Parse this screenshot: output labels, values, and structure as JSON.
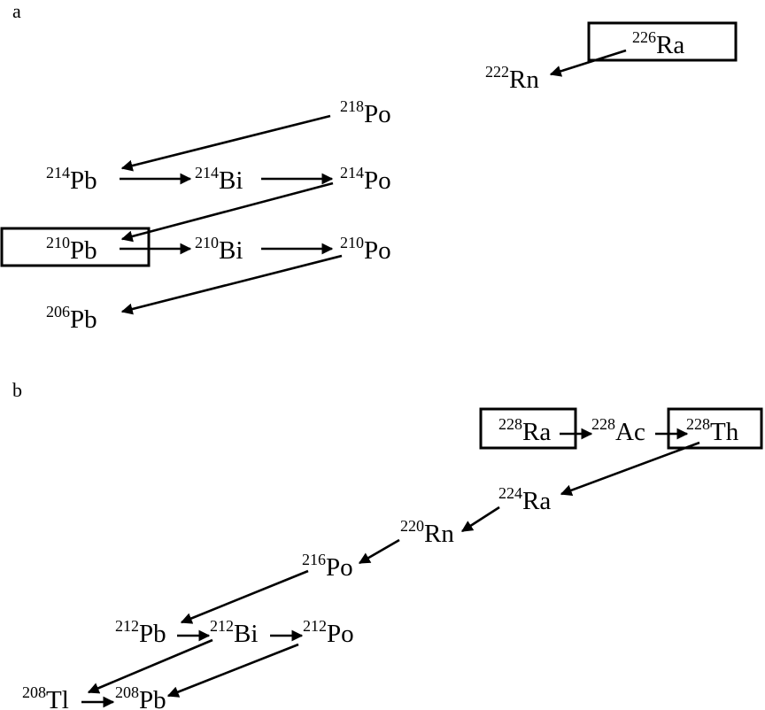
{
  "panel_a": {
    "label": "a",
    "nuclides": {
      "ra226": {
        "mass": "226",
        "element": "Ra"
      },
      "rn222": {
        "mass": "222",
        "element": "Rn"
      },
      "po218": {
        "mass": "218",
        "element": "Po"
      },
      "pb214": {
        "mass": "214",
        "element": "Pb"
      },
      "bi214": {
        "mass": "214",
        "element": "Bi"
      },
      "po214": {
        "mass": "214",
        "element": "Po"
      },
      "pb210": {
        "mass": "210",
        "element": "Pb"
      },
      "bi210": {
        "mass": "210",
        "element": "Bi"
      },
      "po210": {
        "mass": "210",
        "element": "Po"
      },
      "pb206": {
        "mass": "206",
        "element": "Pb"
      }
    },
    "boxed": [
      "ra226",
      "pb210"
    ]
  },
  "panel_b": {
    "label": "b",
    "nuclides": {
      "ra228": {
        "mass": "228",
        "element": "Ra"
      },
      "ac228": {
        "mass": "228",
        "element": "Ac"
      },
      "th228": {
        "mass": "228",
        "element": "Th"
      },
      "ra224": {
        "mass": "224",
        "element": "Ra"
      },
      "rn220": {
        "mass": "220",
        "element": "Rn"
      },
      "po216": {
        "mass": "216",
        "element": "Po"
      },
      "pb212": {
        "mass": "212",
        "element": "Pb"
      },
      "bi212": {
        "mass": "212",
        "element": "Bi"
      },
      "po212": {
        "mass": "212",
        "element": "Po"
      },
      "tl208": {
        "mass": "208",
        "element": "Tl"
      },
      "pb208": {
        "mass": "208",
        "element": "Pb"
      }
    },
    "boxed": [
      "ra228",
      "th228"
    ]
  }
}
